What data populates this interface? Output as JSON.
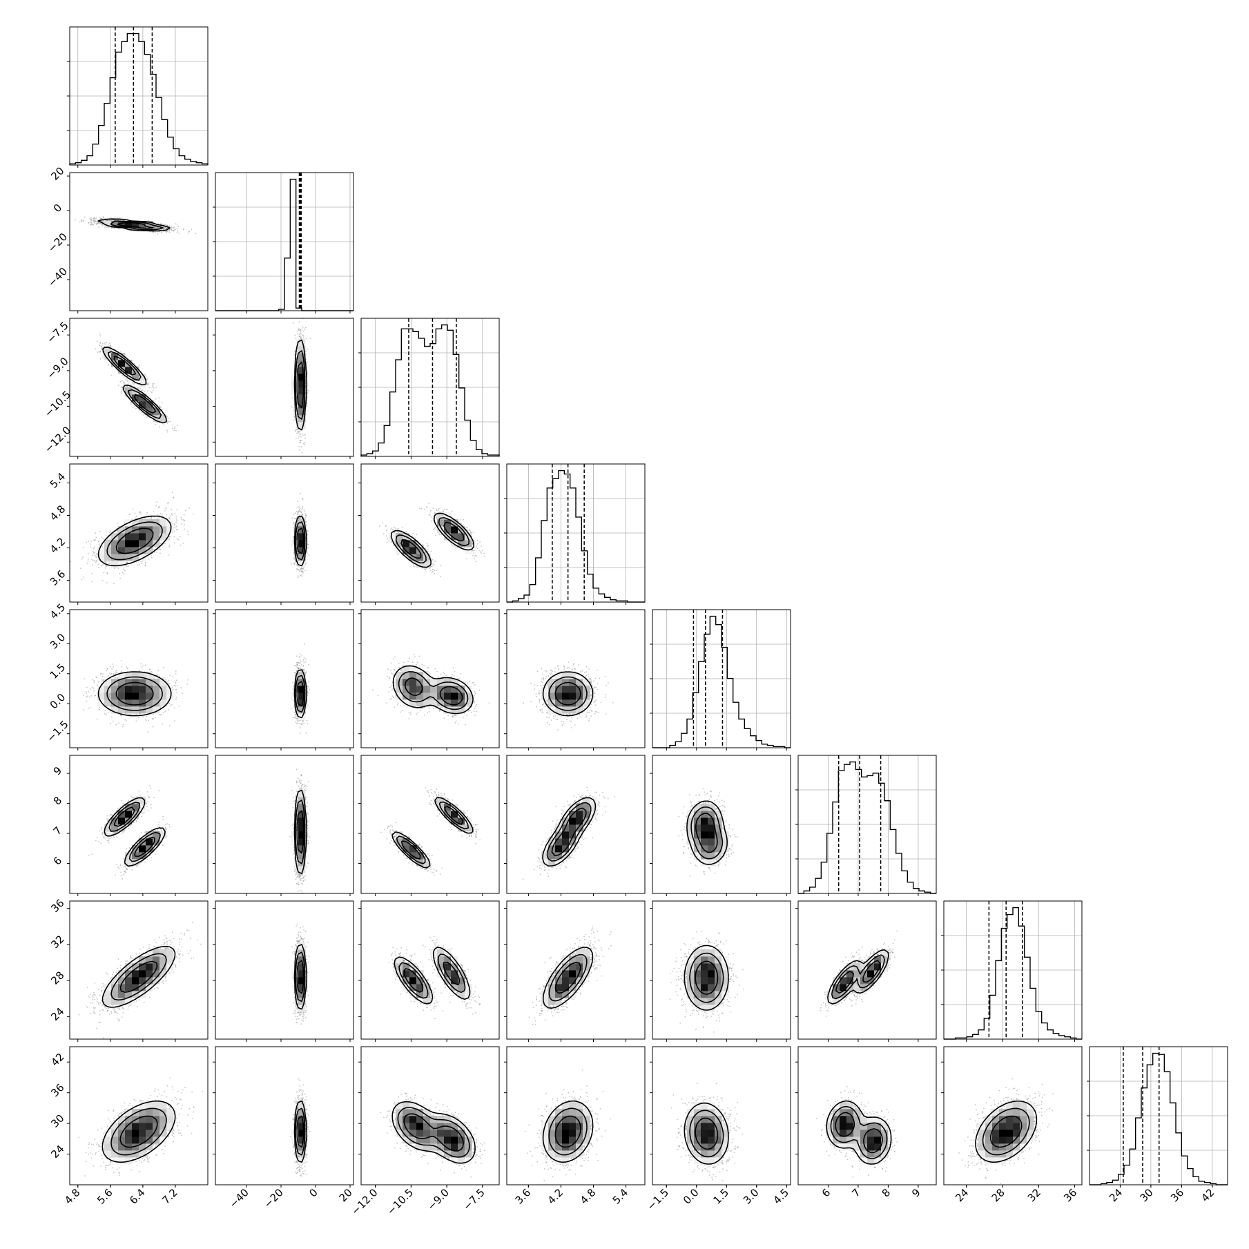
{
  "chart_data": {
    "type": "corner",
    "n_params": 8,
    "grid": true,
    "hist_max_factor": 1.05,
    "tick_labels": [
      [
        "4.8",
        "5.6",
        "6.4",
        "7.2"
      ],
      [
        "−40",
        "−20",
        "0",
        "20"
      ],
      [
        "−12.0",
        "−10.5",
        "−9.0",
        "−7.5"
      ],
      [
        "3.6",
        "4.2",
        "4.8",
        "5.4"
      ],
      [
        "−1.5",
        "0.0",
        "1.5",
        "3.0",
        "4.5"
      ],
      [
        "6",
        "7",
        "8",
        "9"
      ],
      [
        "24",
        "28",
        "32",
        "36"
      ],
      [
        "24",
        "30",
        "36",
        "42"
      ]
    ],
    "params": [
      {
        "range": [
          4.6,
          8.0
        ],
        "ticks": [
          4.8,
          5.6,
          6.4,
          7.2
        ],
        "quantiles": [
          5.72,
          6.17,
          6.63
        ]
      },
      {
        "range": [
          -58,
          22
        ],
        "ticks": [
          -40,
          -20,
          0,
          20
        ],
        "quantiles": [
          -9.4,
          -8.9,
          -8.3
        ]
      },
      {
        "range": [
          -12.6,
          -6.8
        ],
        "ticks": [
          -12.0,
          -10.5,
          -9.0,
          -7.5
        ],
        "quantiles": [
          -10.6,
          -9.6,
          -8.6
        ]
      },
      {
        "range": [
          3.2,
          5.75
        ],
        "ticks": [
          3.6,
          4.2,
          4.8,
          5.4
        ],
        "quantiles": [
          4.04,
          4.33,
          4.63
        ]
      },
      {
        "range": [
          -2.2,
          4.7
        ],
        "ticks": [
          -1.5,
          0.0,
          1.5,
          3.0,
          4.5
        ],
        "quantiles": [
          -0.15,
          0.45,
          1.3
        ]
      },
      {
        "range": [
          5.0,
          9.6
        ],
        "ticks": [
          6,
          7,
          8,
          9
        ],
        "quantiles": [
          6.35,
          7.05,
          7.75
        ]
      },
      {
        "range": [
          21.5,
          36.8
        ],
        "ticks": [
          24,
          28,
          32,
          36
        ],
        "quantiles": [
          26.5,
          28.4,
          30.2
        ]
      },
      {
        "range": [
          18,
          45
        ],
        "ticks": [
          24,
          30,
          36,
          42
        ],
        "quantiles": [
          24.6,
          28.4,
          31.6
        ]
      }
    ],
    "histograms": [
      [
        1,
        2,
        4,
        8,
        18,
        34,
        53,
        75,
        97,
        106,
        113,
        113,
        106,
        95,
        78,
        58,
        39,
        24,
        14,
        8,
        5,
        3,
        2,
        1
      ],
      [
        0,
        0,
        0,
        0,
        0,
        0,
        0,
        0,
        0,
        0,
        0,
        1,
        40,
        100,
        2,
        0,
        0,
        0,
        0,
        0,
        0,
        0,
        0,
        0
      ],
      [
        1,
        2,
        4,
        10,
        23,
        48,
        72,
        95,
        95,
        93,
        88,
        82,
        84,
        95,
        98,
        94,
        76,
        51,
        27,
        12,
        5,
        2,
        1,
        1
      ],
      [
        0,
        1,
        3,
        6,
        15,
        38,
        70,
        98,
        106,
        113,
        110,
        98,
        73,
        44,
        24,
        12,
        7,
        4,
        2,
        1,
        1,
        0,
        0,
        0
      ],
      [
        0,
        0,
        0,
        2,
        5,
        12,
        24,
        46,
        72,
        95,
        110,
        103,
        84,
        58,
        38,
        24,
        16,
        10,
        6,
        3,
        2,
        1,
        1,
        0
      ],
      [
        0,
        2,
        5,
        12,
        25,
        48,
        73,
        98,
        103,
        105,
        99,
        93,
        94,
        96,
        88,
        74,
        51,
        32,
        18,
        9,
        4,
        2,
        1,
        0
      ],
      [
        0,
        0,
        1,
        1,
        2,
        4,
        8,
        18,
        38,
        68,
        96,
        108,
        114,
        98,
        71,
        44,
        24,
        14,
        8,
        5,
        3,
        2,
        1,
        0
      ],
      [
        0,
        0,
        1,
        2,
        4,
        9,
        17,
        31,
        58,
        84,
        104,
        114,
        113,
        98,
        71,
        45,
        25,
        14,
        7,
        3,
        2,
        1,
        0,
        0
      ]
    ],
    "pairs": [
      {
        "i": 1,
        "j": 0,
        "modes": [
          {
            "mean": [
              6.2,
              -8.5
            ],
            "sd": [
              0.45,
              1.6
            ],
            "rho": -0.7,
            "w": 1
          }
        ]
      },
      {
        "i": 2,
        "j": 0,
        "modes": [
          {
            "mean": [
              5.95,
              -8.8
            ],
            "sd": [
              0.27,
              0.4
            ],
            "rho": -0.88,
            "w": 0.5
          },
          {
            "mean": [
              6.45,
              -10.4
            ],
            "sd": [
              0.27,
              0.4
            ],
            "rho": -0.88,
            "w": 0.5
          }
        ]
      },
      {
        "i": 2,
        "j": 1,
        "modes": [
          {
            "mean": [
              -8.8,
              -9.6
            ],
            "sd": [
              1.6,
              0.95
            ],
            "rho": 0,
            "w": 1
          }
        ]
      },
      {
        "i": 3,
        "j": 0,
        "modes": [
          {
            "mean": [
              6.2,
              4.33
            ],
            "sd": [
              0.45,
              0.23
            ],
            "rho": 0.55,
            "w": 1
          }
        ]
      },
      {
        "i": 3,
        "j": 1,
        "modes": [
          {
            "mean": [
              -8.8,
              4.33
            ],
            "sd": [
              1.6,
              0.23
            ],
            "rho": 0,
            "w": 1
          }
        ]
      },
      {
        "i": 3,
        "j": 2,
        "modes": [
          {
            "mean": [
              -10.5,
              4.18
            ],
            "sd": [
              0.42,
              0.17
            ],
            "rho": -0.75,
            "w": 0.5
          },
          {
            "mean": [
              -8.7,
              4.5
            ],
            "sd": [
              0.42,
              0.17
            ],
            "rho": -0.75,
            "w": 0.5
          }
        ]
      },
      {
        "i": 4,
        "j": 0,
        "modes": [
          {
            "mean": [
              6.2,
              0.5
            ],
            "sd": [
              0.45,
              0.55
            ],
            "rho": 0,
            "w": 1
          }
        ]
      },
      {
        "i": 4,
        "j": 1,
        "modes": [
          {
            "mean": [
              -8.8,
              0.5
            ],
            "sd": [
              1.6,
              0.6
            ],
            "rho": 0,
            "w": 1
          }
        ]
      },
      {
        "i": 4,
        "j": 2,
        "modes": [
          {
            "mean": [
              -10.4,
              0.85
            ],
            "sd": [
              0.45,
              0.55
            ],
            "rho": -0.2,
            "w": 0.5
          },
          {
            "mean": [
              -8.8,
              0.4
            ],
            "sd": [
              0.45,
              0.45
            ],
            "rho": -0.2,
            "w": 0.5
          }
        ]
      },
      {
        "i": 4,
        "j": 3,
        "modes": [
          {
            "mean": [
              4.33,
              0.5
            ],
            "sd": [
              0.23,
              0.55
            ],
            "rho": 0,
            "w": 1
          }
        ]
      },
      {
        "i": 5,
        "j": 0,
        "modes": [
          {
            "mean": [
              5.95,
              7.55
            ],
            "sd": [
              0.25,
              0.32
            ],
            "rho": 0.8,
            "w": 0.5
          },
          {
            "mean": [
              6.45,
              6.55
            ],
            "sd": [
              0.25,
              0.32
            ],
            "rho": 0.8,
            "w": 0.5
          }
        ]
      },
      {
        "i": 5,
        "j": 1,
        "modes": [
          {
            "mean": [
              -8.8,
              7.05
            ],
            "sd": [
              1.6,
              0.7
            ],
            "rho": 0,
            "w": 1
          }
        ]
      },
      {
        "i": 5,
        "j": 2,
        "modes": [
          {
            "mean": [
              -10.5,
              6.45
            ],
            "sd": [
              0.4,
              0.3
            ],
            "rho": -0.85,
            "w": 0.5
          },
          {
            "mean": [
              -8.7,
              7.6
            ],
            "sd": [
              0.4,
              0.3
            ],
            "rho": -0.85,
            "w": 0.5
          }
        ]
      },
      {
        "i": 5,
        "j": 3,
        "modes": [
          {
            "mean": [
              4.2,
              6.6
            ],
            "sd": [
              0.17,
              0.35
            ],
            "rho": 0.6,
            "w": 0.5
          },
          {
            "mean": [
              4.5,
              7.5
            ],
            "sd": [
              0.17,
              0.35
            ],
            "rho": 0.6,
            "w": 0.5
          }
        ]
      },
      {
        "i": 5,
        "j": 4,
        "modes": [
          {
            "mean": [
              0.4,
              7.3
            ],
            "sd": [
              0.45,
              0.4
            ],
            "rho": 0.1,
            "w": 0.6
          },
          {
            "mean": [
              0.7,
              6.6
            ],
            "sd": [
              0.45,
              0.35
            ],
            "rho": 0.1,
            "w": 0.4
          }
        ]
      },
      {
        "i": 6,
        "j": 0,
        "modes": [
          {
            "mean": [
              6.3,
              28.4
            ],
            "sd": [
              0.45,
              1.7
            ],
            "rho": 0.75,
            "w": 1
          }
        ]
      },
      {
        "i": 6,
        "j": 1,
        "modes": [
          {
            "mean": [
              -8.8,
              28.4
            ],
            "sd": [
              1.6,
              1.8
            ],
            "rho": 0,
            "w": 1
          }
        ]
      },
      {
        "i": 6,
        "j": 2,
        "modes": [
          {
            "mean": [
              -10.4,
              28.0
            ],
            "sd": [
              0.4,
              1.3
            ],
            "rho": -0.75,
            "w": 0.5
          },
          {
            "mean": [
              -8.8,
              28.8
            ],
            "sd": [
              0.4,
              1.5
            ],
            "rho": -0.75,
            "w": 0.5
          }
        ]
      },
      {
        "i": 6,
        "j": 3,
        "modes": [
          {
            "mean": [
              4.33,
              28.3
            ],
            "sd": [
              0.23,
              1.7
            ],
            "rho": 0.7,
            "w": 1
          }
        ]
      },
      {
        "i": 6,
        "j": 4,
        "modes": [
          {
            "mean": [
              0.5,
              28.3
            ],
            "sd": [
              0.55,
              1.8
            ],
            "rho": 0,
            "w": 1
          }
        ]
      },
      {
        "i": 6,
        "j": 5,
        "modes": [
          {
            "mean": [
              6.55,
              27.8
            ],
            "sd": [
              0.28,
              1.2
            ],
            "rho": 0.75,
            "w": 0.5
          },
          {
            "mean": [
              7.45,
              29.0
            ],
            "sd": [
              0.28,
              1.2
            ],
            "rho": 0.75,
            "w": 0.5
          }
        ]
      },
      {
        "i": 7,
        "j": 0,
        "modes": [
          {
            "mean": [
              6.3,
              28.4
            ],
            "sd": [
              0.45,
              3.0
            ],
            "rho": 0.5,
            "w": 1
          }
        ]
      },
      {
        "i": 7,
        "j": 1,
        "modes": [
          {
            "mean": [
              -8.8,
              28.4
            ],
            "sd": [
              1.6,
              3.0
            ],
            "rho": 0,
            "w": 1
          }
        ]
      },
      {
        "i": 7,
        "j": 2,
        "modes": [
          {
            "mean": [
              -10.3,
              29.5
            ],
            "sd": [
              0.5,
              2.4
            ],
            "rho": -0.4,
            "w": 0.5
          },
          {
            "mean": [
              -8.8,
              27.0
            ],
            "sd": [
              0.5,
              2.4
            ],
            "rho": -0.4,
            "w": 0.5
          }
        ]
      },
      {
        "i": 7,
        "j": 3,
        "modes": [
          {
            "mean": [
              4.33,
              28.4
            ],
            "sd": [
              0.23,
              3.0
            ],
            "rho": 0.2,
            "w": 1
          }
        ]
      },
      {
        "i": 7,
        "j": 4,
        "modes": [
          {
            "mean": [
              0.5,
              28.0
            ],
            "sd": [
              0.55,
              3.0
            ],
            "rho": -0.1,
            "w": 1
          }
        ]
      },
      {
        "i": 7,
        "j": 5,
        "modes": [
          {
            "mean": [
              6.55,
              29.8
            ],
            "sd": [
              0.3,
              2.3
            ],
            "rho": 0.1,
            "w": 0.5
          },
          {
            "mean": [
              7.5,
              26.6
            ],
            "sd": [
              0.3,
              2.3
            ],
            "rho": 0.1,
            "w": 0.5
          }
        ]
      },
      {
        "i": 7,
        "j": 6,
        "modes": [
          {
            "mean": [
              28.4,
              28.4
            ],
            "sd": [
              1.7,
              3.0
            ],
            "rho": 0.4,
            "w": 1
          }
        ]
      }
    ]
  }
}
